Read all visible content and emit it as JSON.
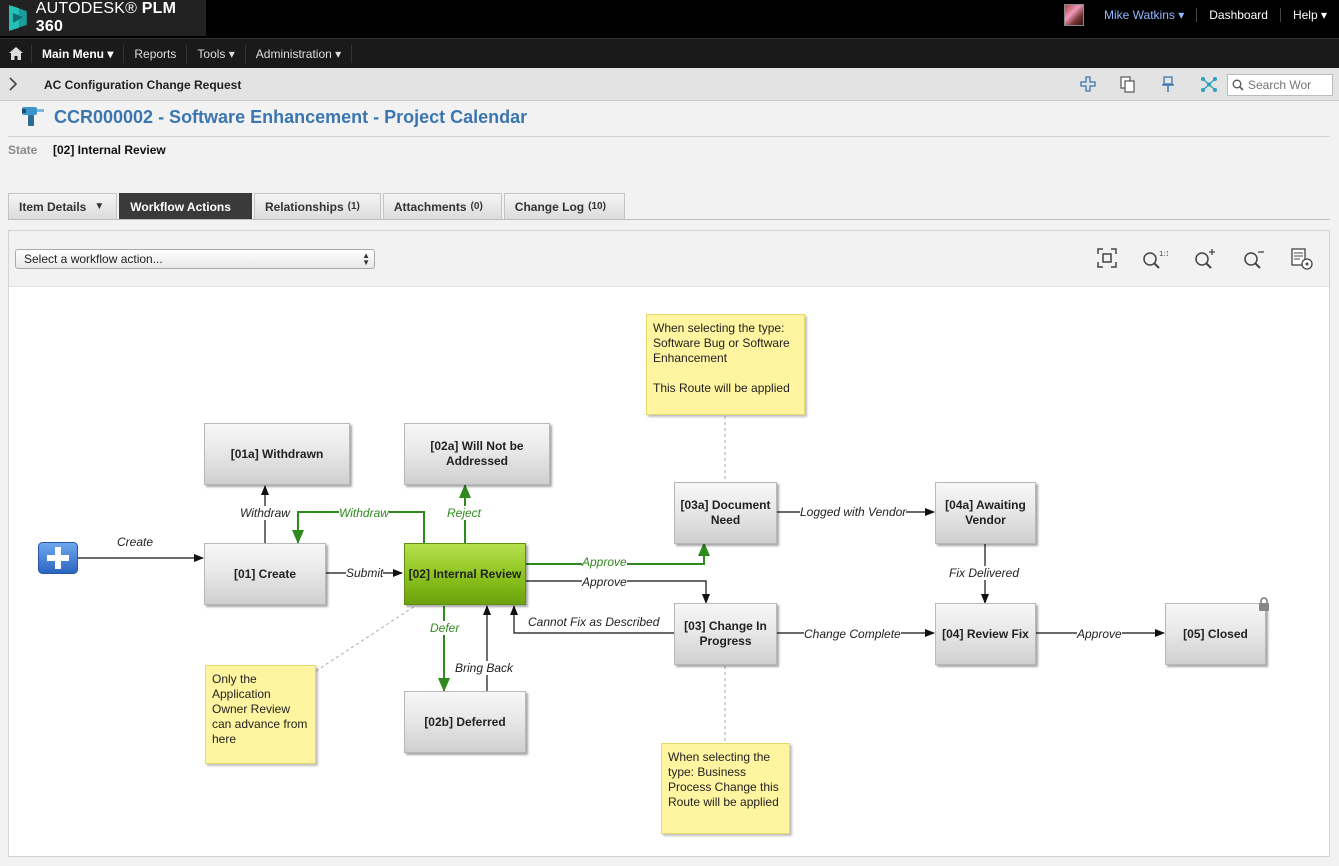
{
  "brand": {
    "prefix": "AUTODESK",
    "suffix": "PLM 360"
  },
  "user": {
    "name": "Mike Watkins ▾",
    "dashboard": "Dashboard",
    "help": "Help ▾"
  },
  "menu": {
    "main": "Main Menu ▾",
    "reports": "Reports",
    "tools": "Tools ▾",
    "admin": "Administration ▾"
  },
  "workspace": {
    "name": "AC Configuration Change Request",
    "search_placeholder": "Search Wor"
  },
  "item": {
    "title": "CCR000002 - Software Enhancement - Project Calendar",
    "state_label": "State",
    "state_value": "[02] Internal Review"
  },
  "tabs": [
    {
      "label": "Item Details",
      "count": "",
      "caret": "▼"
    },
    {
      "label": "Workflow Actions",
      "count": ""
    },
    {
      "label": "Relationships",
      "count": "(1)"
    },
    {
      "label": "Attachments",
      "count": "(0)"
    },
    {
      "label": "Change Log",
      "count": "(10)"
    }
  ],
  "workflow": {
    "action_placeholder": "Select a workflow action...",
    "states": {
      "withdrawn": "[01a] Withdrawn",
      "will_not": "[02a] Will Not be Addressed",
      "create": "[01] Create",
      "internal": "[02] Internal Review",
      "deferred": "[02b] Deferred",
      "doc_need": "[03a] Document Need",
      "change_prog": "[03] Change In Progress",
      "awaiting": "[04a] Awaiting Vendor",
      "review_fix": "[04] Review Fix",
      "closed": "[05] Closed"
    },
    "transitions": {
      "create": "Create",
      "withdraw1": "Withdraw",
      "withdraw2": "Withdraw",
      "reject": "Reject",
      "submit": "Submit",
      "approve_green": "Approve",
      "approve": "Approve",
      "defer": "Defer",
      "bring_back": "Bring Back",
      "cannot_fix": "Cannot Fix as Described",
      "logged_vendor": "Logged with Vendor",
      "fix_delivered": "Fix Delivered",
      "change_complete": "Change Complete",
      "approve_final": "Approve"
    },
    "notes": {
      "top": "When selecting the type: Software Bug or Software Enhancement\n\nThis Route will be applied",
      "left": "Only the Application Owner Review can advance from here",
      "bottom": "When selecting the type: Business Process Change this Route will be applied"
    }
  },
  "colors": {
    "title_blue": "#3b76b0",
    "current_state": "#8cc21c",
    "green_line": "#2f8a1e",
    "note_yellow": "#fff5a0"
  }
}
